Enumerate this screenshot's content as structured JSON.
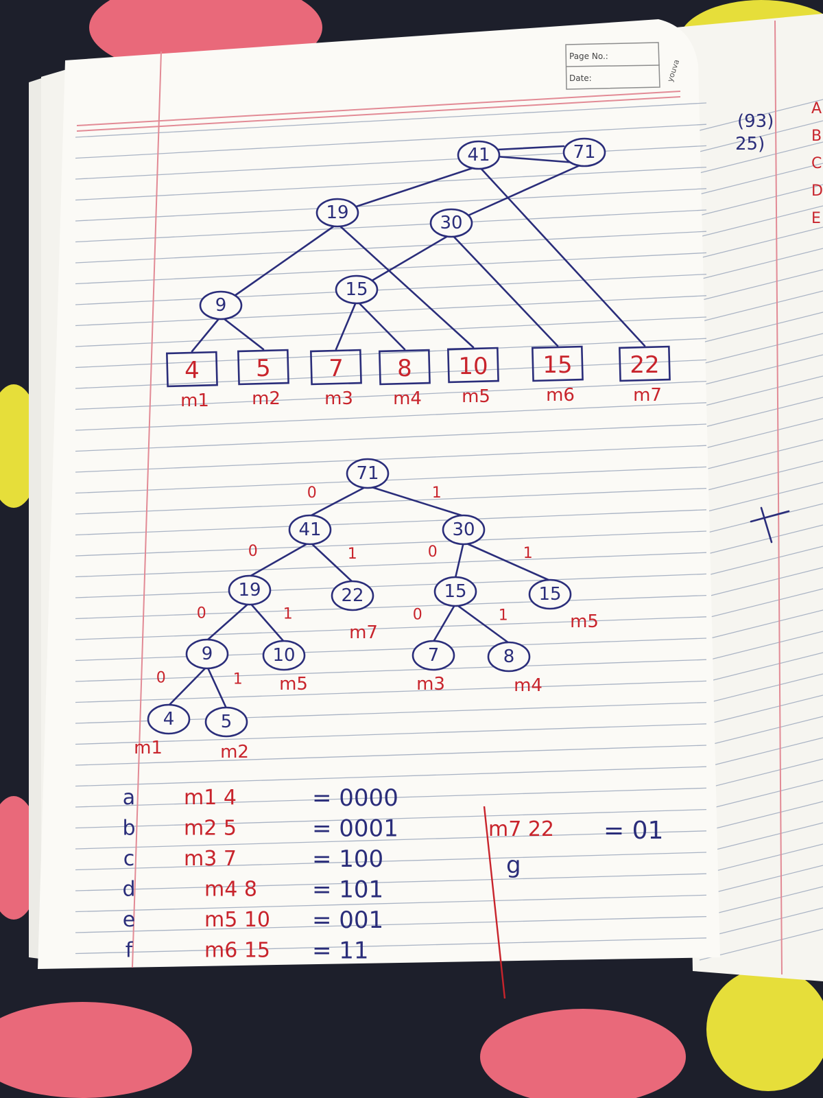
{
  "header": {
    "page_no_label": "Page No.:",
    "date_label": "Date:",
    "corner_mark": "youva"
  },
  "side_page": {
    "marks": [
      "(93)",
      "25)"
    ],
    "letters": [
      "A",
      "B",
      "C",
      "D",
      "E"
    ]
  },
  "colors": {
    "blue_ink": "#2a2d7a",
    "red_ink": "#c8242c",
    "paper": "#fbfaf6",
    "rule_line": "#9aa6b8",
    "margin_line": "#e28a95"
  },
  "merge_tree": {
    "leaves": [
      {
        "value": "4",
        "label": "m1"
      },
      {
        "value": "5",
        "label": "m2"
      },
      {
        "value": "7",
        "label": "m3"
      },
      {
        "value": "8",
        "label": "m4"
      },
      {
        "value": "10",
        "label": "m5"
      },
      {
        "value": "15",
        "label": "m6"
      },
      {
        "value": "22",
        "label": "m7"
      }
    ],
    "internal_nodes": [
      {
        "id": "n9",
        "value": "9",
        "children": [
          "m1",
          "m2"
        ]
      },
      {
        "id": "n15",
        "value": "15",
        "children": [
          "m3",
          "m4"
        ]
      },
      {
        "id": "n19",
        "value": "19",
        "children": [
          "n9",
          "m5"
        ]
      },
      {
        "id": "n30",
        "value": "30",
        "children": [
          "n15",
          "m6"
        ]
      },
      {
        "id": "n41",
        "value": "41",
        "children": [
          "n19",
          "m7"
        ]
      },
      {
        "id": "n71",
        "value": "71",
        "children": [
          "n41",
          "n30"
        ]
      }
    ]
  },
  "huffman_tree": {
    "nodes": [
      {
        "id": "t71",
        "value": "71",
        "label": ""
      },
      {
        "id": "t41",
        "value": "41",
        "label": ""
      },
      {
        "id": "t30",
        "value": "30",
        "label": ""
      },
      {
        "id": "t19",
        "value": "19",
        "label": ""
      },
      {
        "id": "t22",
        "value": "22",
        "label": "m7"
      },
      {
        "id": "t15a",
        "value": "15",
        "label": ""
      },
      {
        "id": "t15b",
        "value": "15",
        "label": "m5"
      },
      {
        "id": "t9",
        "value": "9",
        "label": ""
      },
      {
        "id": "t10",
        "value": "10",
        "label": "m5"
      },
      {
        "id": "t7",
        "value": "7",
        "label": "m3"
      },
      {
        "id": "t8",
        "value": "8",
        "label": "m4"
      },
      {
        "id": "t4",
        "value": "4",
        "label": "m1"
      },
      {
        "id": "t5",
        "value": "5",
        "label": "m2"
      }
    ],
    "edges": [
      {
        "from": "t71",
        "to": "t41",
        "bit": "0"
      },
      {
        "from": "t71",
        "to": "t30",
        "bit": "1"
      },
      {
        "from": "t41",
        "to": "t19",
        "bit": "0"
      },
      {
        "from": "t41",
        "to": "t22",
        "bit": "1"
      },
      {
        "from": "t30",
        "to": "t15a",
        "bit": "0"
      },
      {
        "from": "t30",
        "to": "t15b",
        "bit": "1"
      },
      {
        "from": "t19",
        "to": "t9",
        "bit": "0"
      },
      {
        "from": "t19",
        "to": "t10",
        "bit": "1"
      },
      {
        "from": "t15a",
        "to": "t7",
        "bit": "0"
      },
      {
        "from": "t15a",
        "to": "t8",
        "bit": "1"
      },
      {
        "from": "t9",
        "to": "t4",
        "bit": "0"
      },
      {
        "from": "t9",
        "to": "t5",
        "bit": "1"
      }
    ]
  },
  "codes": {
    "row_letters": [
      "a",
      "b",
      "c",
      "d",
      "e",
      "f"
    ],
    "rows": [
      {
        "message": "m1 4",
        "code": "= 0000"
      },
      {
        "message": "m2 5",
        "code": "= 0001"
      },
      {
        "message": "m3 7",
        "code": "= 100"
      },
      {
        "message": "m4 8",
        "code": "= 101"
      },
      {
        "message": "m5 10",
        "code": "= 001"
      },
      {
        "message": "m6 15",
        "code": "= 11"
      }
    ],
    "side": {
      "message": "m7 22",
      "code": "= 01",
      "letter": "g"
    }
  }
}
